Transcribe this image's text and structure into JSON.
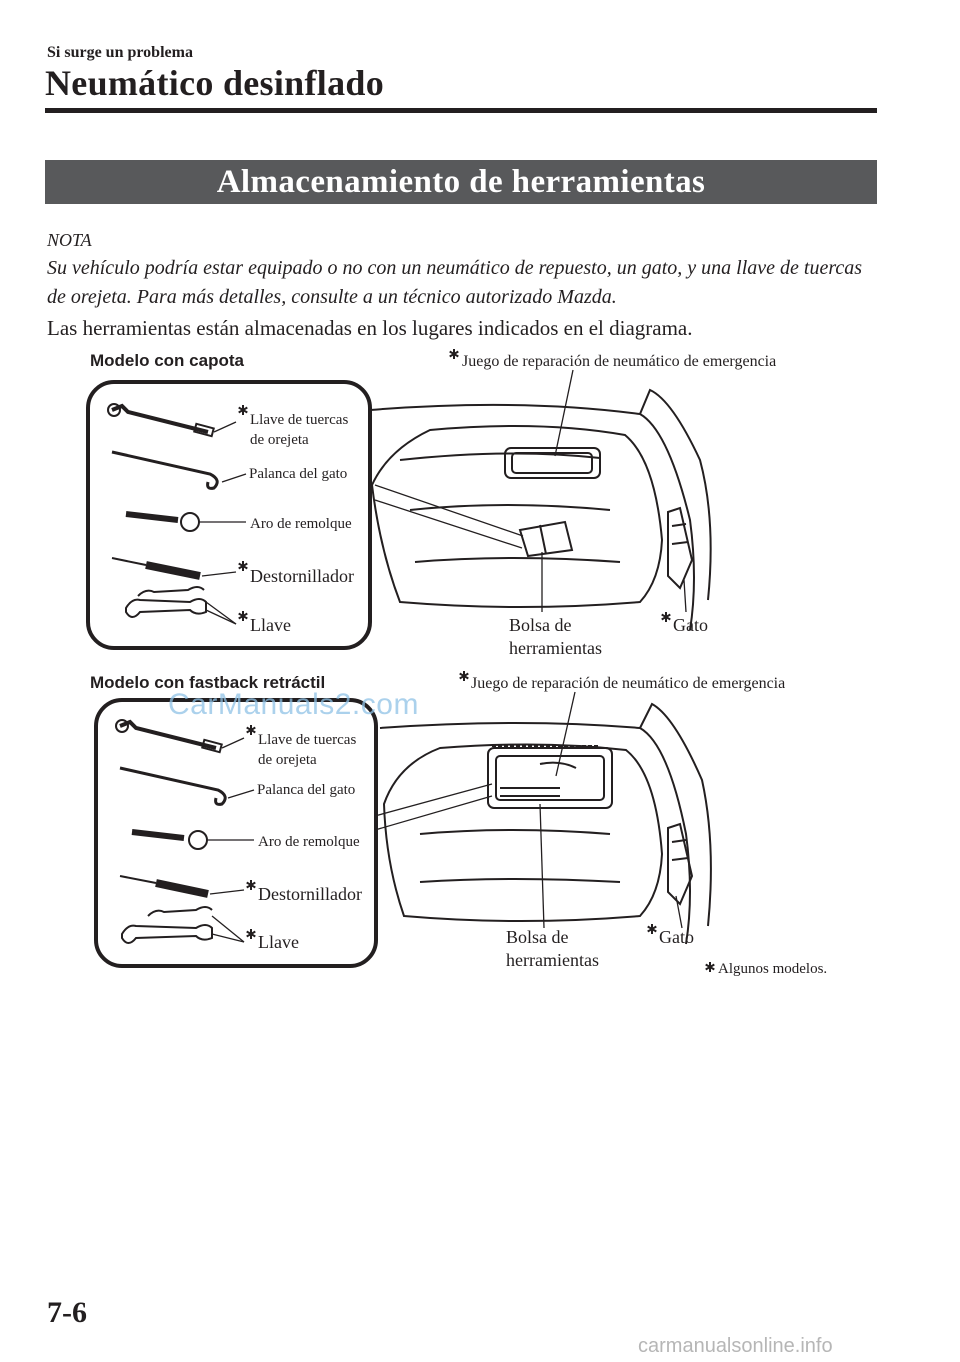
{
  "header": {
    "section": "Si surge un problema",
    "chapter": "Neumático desinflado"
  },
  "band_title": "Almacenamiento de herramientas",
  "note": {
    "heading": "NOTA",
    "text": "Su vehículo podría estar equipado o no con un neumático de repuesto, un gato, y una llave de tuercas de orejeta. Para más detalles, consulte a un técnico autorizado Mazda."
  },
  "intro": "Las herramientas están almacenadas en los lugares indicados en el diagrama.",
  "diagram1": {
    "title": "Modelo con capota",
    "kit": "Juego de reparación de neumático de emergencia",
    "lug_wrench_1": "Llave de tuercas",
    "lug_wrench_2": "de orejeta",
    "jack_lever": "Palanca del gato",
    "tow_hook": "Aro de remolque",
    "screwdriver": "Destornillador",
    "wrench": "Llave",
    "tool_bag_1": "Bolsa de",
    "tool_bag_2": "herramientas",
    "jack": "Gato"
  },
  "diagram2": {
    "title": "Modelo con fastback retráctil",
    "kit": "Juego de reparación de neumático de emergencia",
    "lug_wrench_1": "Llave de tuercas",
    "lug_wrench_2": "de orejeta",
    "jack_lever": "Palanca del gato",
    "tow_hook": "Aro de remolque",
    "screwdriver": "Destornillador",
    "wrench": "Llave",
    "tool_bag_1": "Bolsa de",
    "tool_bag_2": "herramientas",
    "jack": "Gato"
  },
  "footnote": "Algunos modelos.",
  "page_number": "7-6",
  "watermarks": {
    "top": "CarManuals2.com",
    "bottom": "carmanualsonline.info"
  },
  "colors": {
    "band": "#58595b",
    "text": "#231f20",
    "watermark_blue": "#8fc2e6"
  }
}
